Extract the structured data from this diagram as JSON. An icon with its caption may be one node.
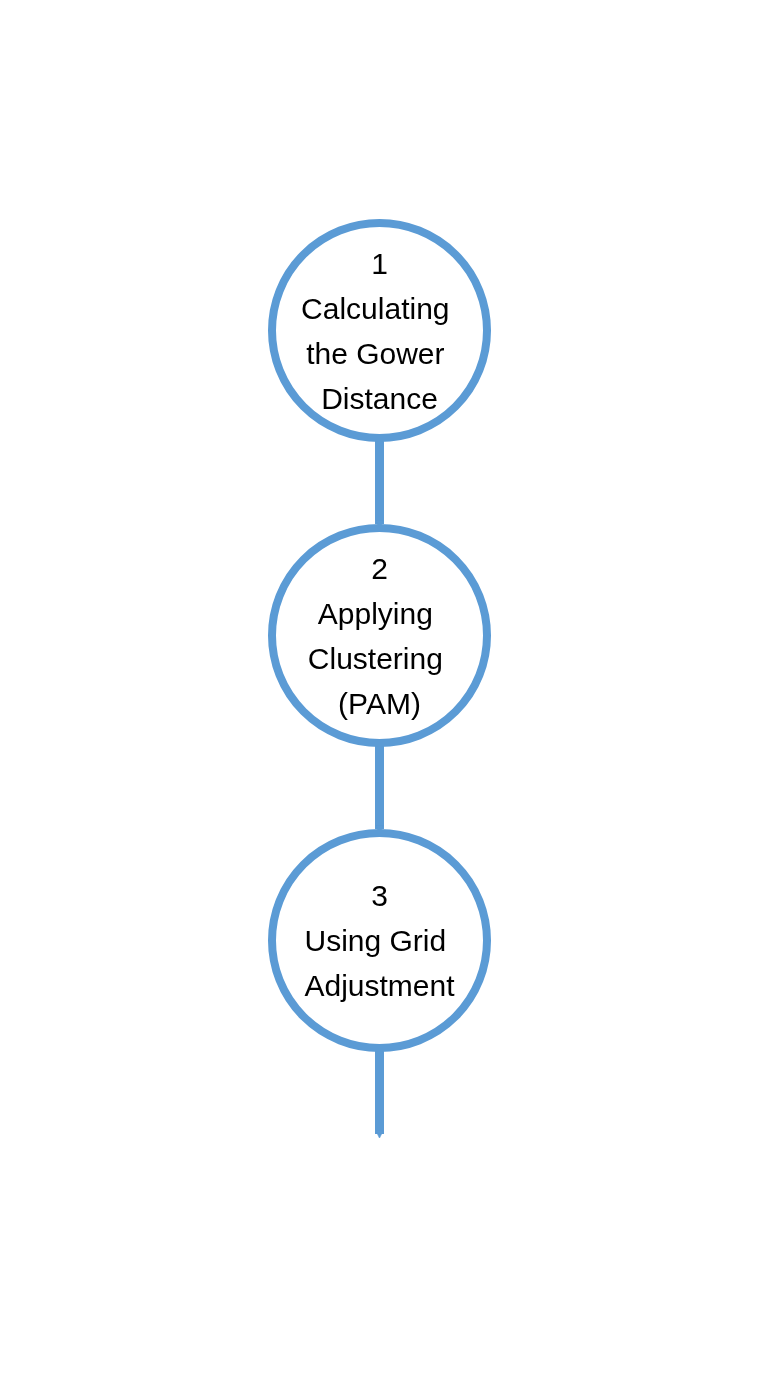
{
  "diagram": {
    "nodes": [
      {
        "text": [
          "1",
          "Calculating the Gower Distance"
        ]
      },
      {
        "text": [
          "2",
          "Applying Clustering (PAM)"
        ]
      },
      {
        "text": [
          "3",
          "Using Grid Adjustment"
        ]
      }
    ],
    "edges": [
      {
        "from": 0,
        "to": 1,
        "arrow": "to"
      },
      {
        "from": 1,
        "to": 2,
        "arrow": "to"
      },
      {
        "from": 2,
        "to": null,
        "arrow": "to"
      }
    ]
  }
}
